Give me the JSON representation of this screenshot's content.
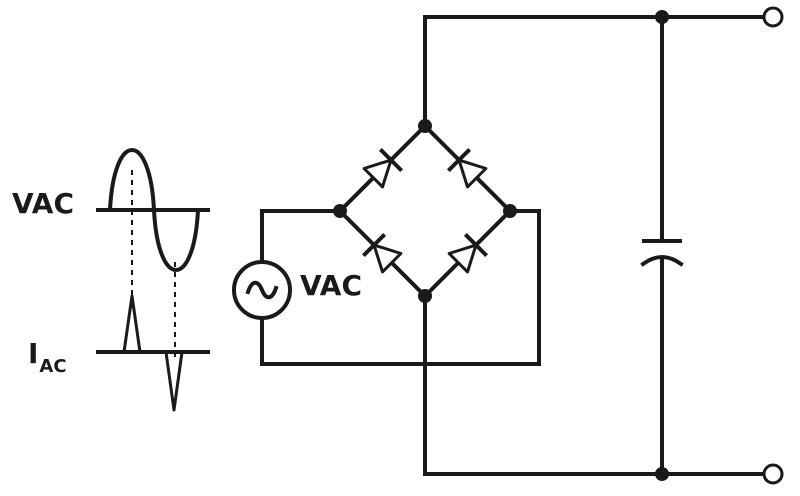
{
  "diagram": {
    "labels": {
      "vac_waveform": "VAC",
      "vac_source": "VAC",
      "iac_main": "I",
      "iac_sub": "AC"
    },
    "source_symbol": "∿",
    "colors": {
      "line": "#1a1a1a",
      "background": "#ffffff"
    }
  }
}
